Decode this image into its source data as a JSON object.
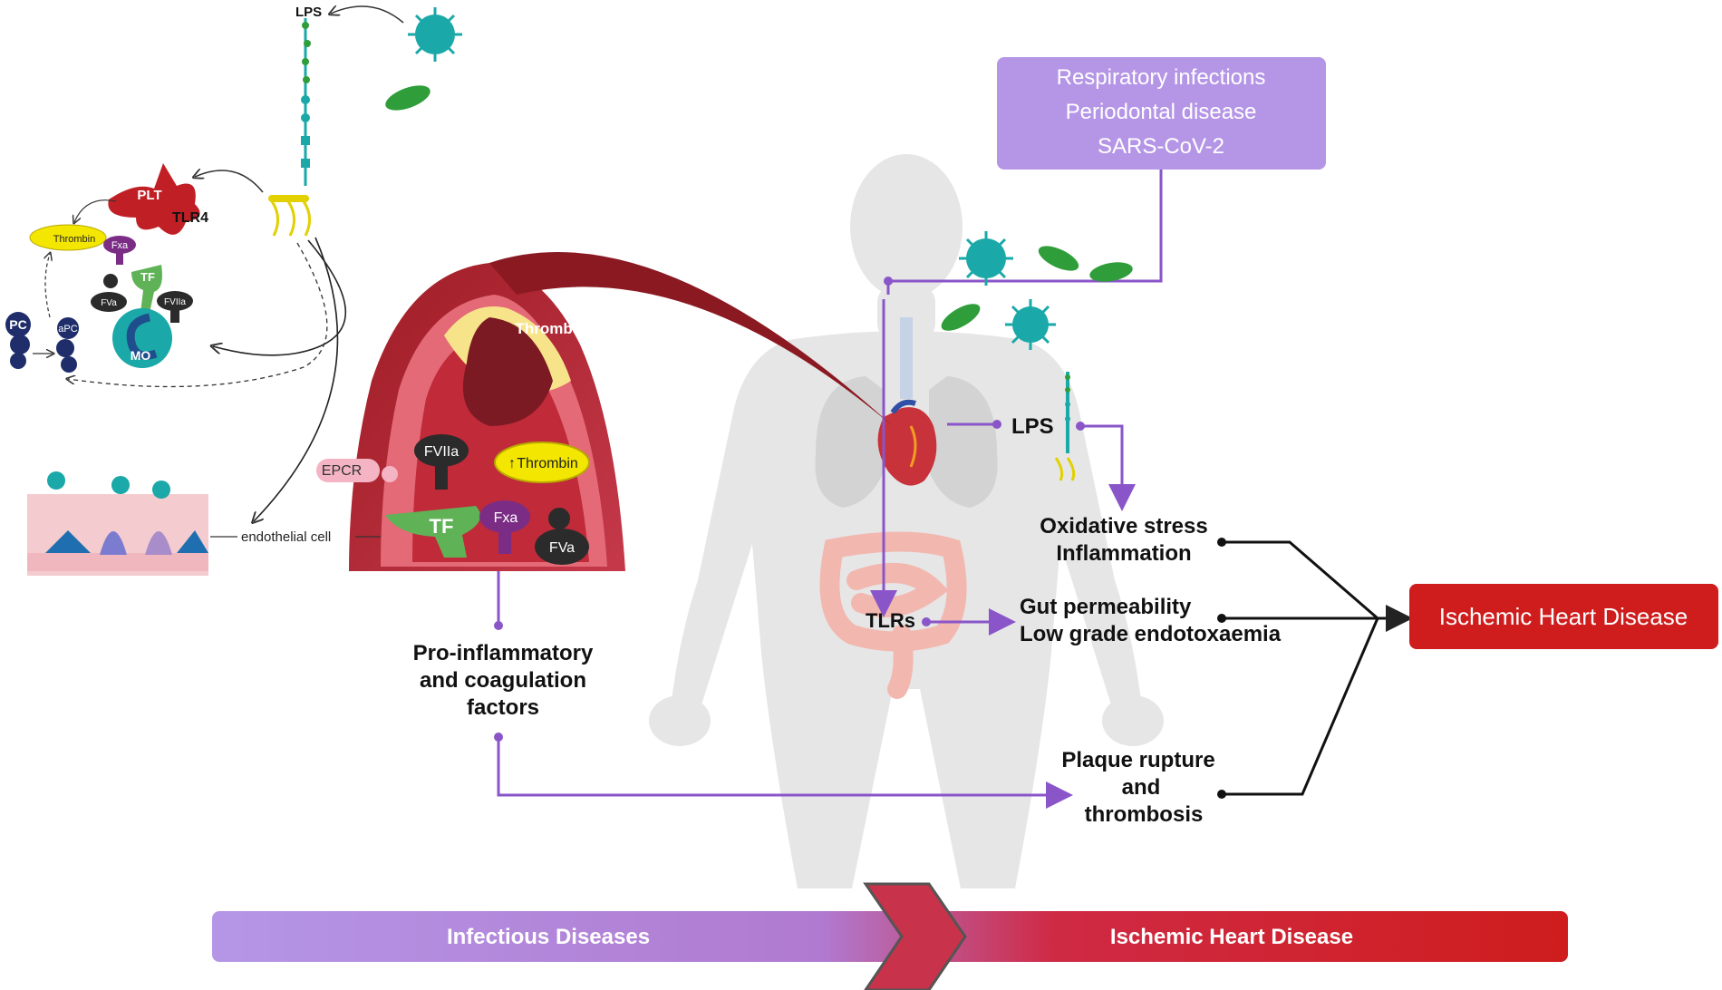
{
  "colors": {
    "purple_box": "#b596e6",
    "purple_line": "#8a55c9",
    "red_box": "#cf1d1d",
    "vessel": "#c5394a",
    "body_silhouette": "#e6e6e6",
    "green_tf": "#5fb356",
    "virus_teal": "#1aa8a8",
    "bacteria_green": "#2f9e3a",
    "endothelium_pink": "#f4cbcf",
    "thrombin_yellow": "#f3e600",
    "cell_blue": "#1f4e8c"
  },
  "left_panel": {
    "lps_top": "LPS",
    "plt": "PLT",
    "tlr4": "TLR4",
    "thrombin_small": "Thrombin",
    "fxa_small": "Fxa",
    "tf_small": "TF",
    "fva_small": "FVa",
    "fviia_small": "FVIIa",
    "pc": "PC",
    "apc": "aPC",
    "mo": "MO",
    "endothelial_cell": "endothelial cell"
  },
  "vessel": {
    "thrombus": "Thrombus",
    "epcr": "EPCR",
    "fviia": "FVIIa",
    "thrombin": "Thrombin",
    "tf": "TF",
    "fxa": "Fxa",
    "fva": "FVa"
  },
  "infections_box": {
    "line1": "Respiratory infections",
    "line2": "Periodontal disease",
    "line3": "SARS-CoV-2"
  },
  "lps_right": "LPS",
  "tlrs": "TLRs",
  "oxidative": {
    "line1": "Oxidative stress",
    "line2": "Inflammation"
  },
  "gut": {
    "line1": "Gut permeability",
    "line2": "Low grade endotoxaemia"
  },
  "plaque": {
    "line1": "Plaque rupture",
    "line2": "and",
    "line3": "thrombosis"
  },
  "proinflam": {
    "line1": "Pro-inflammatory",
    "line2": "and coagulation",
    "line3": "factors"
  },
  "ihd_box": "Ischemic Heart Disease",
  "bottom_bar": {
    "left": "Infectious Diseases",
    "right": "Ischemic Heart Disease"
  }
}
